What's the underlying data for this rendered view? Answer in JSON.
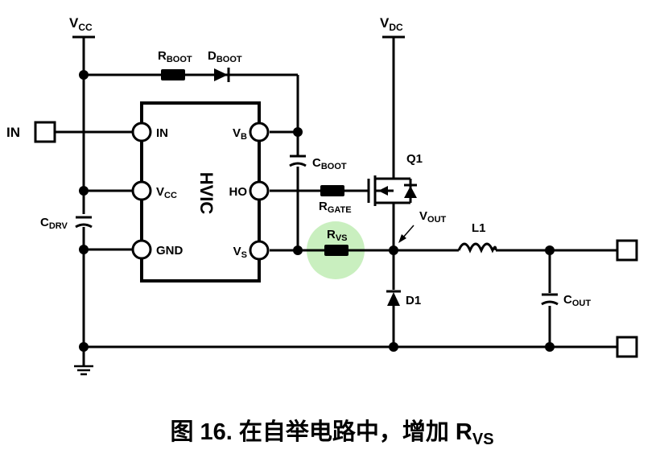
{
  "diagram": {
    "labels": {
      "vcc": {
        "main": "V",
        "sub": "CC"
      },
      "vdc": {
        "main": "V",
        "sub": "DC"
      },
      "rboot": {
        "main": "R",
        "sub": "BOOT"
      },
      "dboot": {
        "main": "D",
        "sub": "BOOT"
      },
      "in_terminal": "IN",
      "cdrv": {
        "main": "C",
        "sub": "DRV"
      },
      "cboot": {
        "main": "C",
        "sub": "BOOT"
      },
      "rgate": {
        "main": "R",
        "sub": "GATE"
      },
      "rvs": {
        "main": "R",
        "sub": "VS"
      },
      "q1": "Q1",
      "vout": {
        "main": "V",
        "sub": "OUT"
      },
      "l1": "L1",
      "d1": "D1",
      "cout": {
        "main": "C",
        "sub": "OUT"
      }
    },
    "hvic": {
      "title": "HVIC",
      "pins": {
        "in": {
          "main": "IN",
          "sub": ""
        },
        "vcc": {
          "main": "V",
          "sub": "CC"
        },
        "gnd": {
          "main": "GND",
          "sub": ""
        },
        "vb": {
          "main": "V",
          "sub": "B"
        },
        "ho": {
          "main": "HO",
          "sub": ""
        },
        "vs": {
          "main": "V",
          "sub": "S"
        }
      }
    },
    "highlight_color": "#c9efbf"
  },
  "caption": {
    "prefix": "图 16. 在自举电路中，增加 R",
    "sub": "VS"
  }
}
